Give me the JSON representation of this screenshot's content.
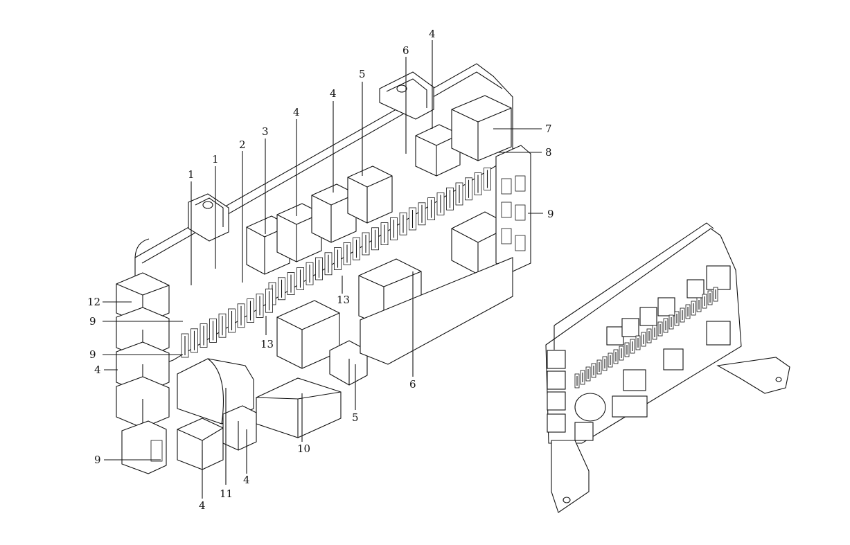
{
  "labels": {
    "c1a": "1",
    "c1b": "1",
    "c2": "2",
    "c3": "3",
    "c4a": "4",
    "c4b": "4",
    "c4c": "4",
    "c4d": "4",
    "c4e": "4",
    "c4f": "4",
    "c5a": "5",
    "c5b": "5",
    "c6a": "6",
    "c6b": "6",
    "c7": "7",
    "c8": "8",
    "c9a": "9",
    "c9b": "9",
    "c9c": "9",
    "c9d": "9",
    "c10": "10",
    "c11": "11",
    "c12": "12",
    "c13a": "13",
    "c13b": "13"
  }
}
